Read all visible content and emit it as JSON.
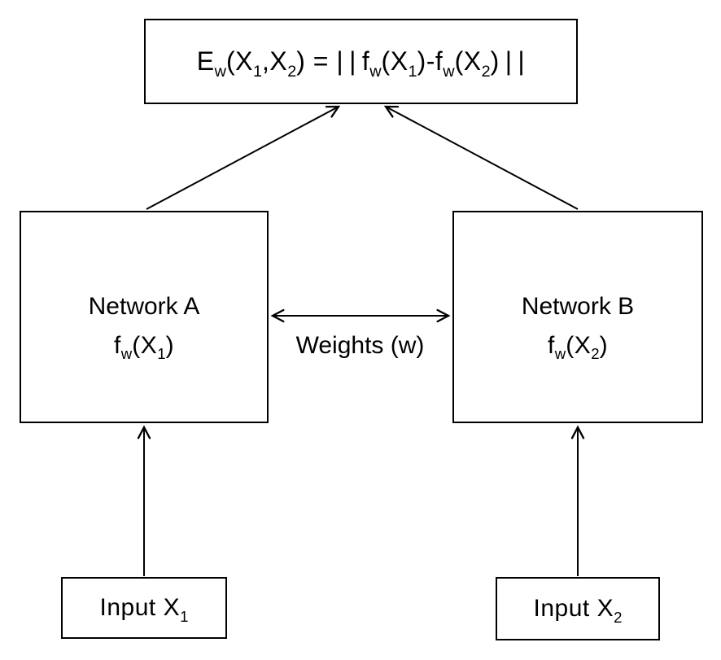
{
  "diagram": {
    "colors": {
      "line": "#000000",
      "background": "#ffffff"
    },
    "energy_box": {
      "formula_parts": [
        {
          "t": "n",
          "v": "E"
        },
        {
          "t": "s",
          "v": "w"
        },
        {
          "t": "n",
          "v": "(X"
        },
        {
          "t": "s",
          "v": "1"
        },
        {
          "t": "n",
          "v": ",X"
        },
        {
          "t": "s",
          "v": "2"
        },
        {
          "t": "n",
          "v": ") = | | f"
        },
        {
          "t": "s",
          "v": "w"
        },
        {
          "t": "n",
          "v": "(X"
        },
        {
          "t": "s",
          "v": "1"
        },
        {
          "t": "n",
          "v": ")-f"
        },
        {
          "t": "s",
          "v": "w"
        },
        {
          "t": "n",
          "v": "(X"
        },
        {
          "t": "s",
          "v": "2"
        },
        {
          "t": "n",
          "v": ") | |"
        }
      ]
    },
    "network_a": {
      "title": "Network A",
      "formula_parts": [
        {
          "t": "n",
          "v": "f"
        },
        {
          "t": "s",
          "v": "w"
        },
        {
          "t": "n",
          "v": "(X"
        },
        {
          "t": "s",
          "v": "1"
        },
        {
          "t": "n",
          "v": ")"
        }
      ]
    },
    "network_b": {
      "title": "Network B",
      "formula_parts": [
        {
          "t": "n",
          "v": "f"
        },
        {
          "t": "s",
          "v": "w"
        },
        {
          "t": "n",
          "v": "(X"
        },
        {
          "t": "s",
          "v": "2"
        },
        {
          "t": "n",
          "v": ")"
        }
      ]
    },
    "weights_label": "Weights (w)",
    "input_a": {
      "label_parts": [
        {
          "t": "n",
          "v": "Input X"
        },
        {
          "t": "s",
          "v": "1"
        }
      ]
    },
    "input_b": {
      "label_parts": [
        {
          "t": "n",
          "v": "Input X"
        },
        {
          "t": "s",
          "v": "2"
        }
      ]
    }
  }
}
